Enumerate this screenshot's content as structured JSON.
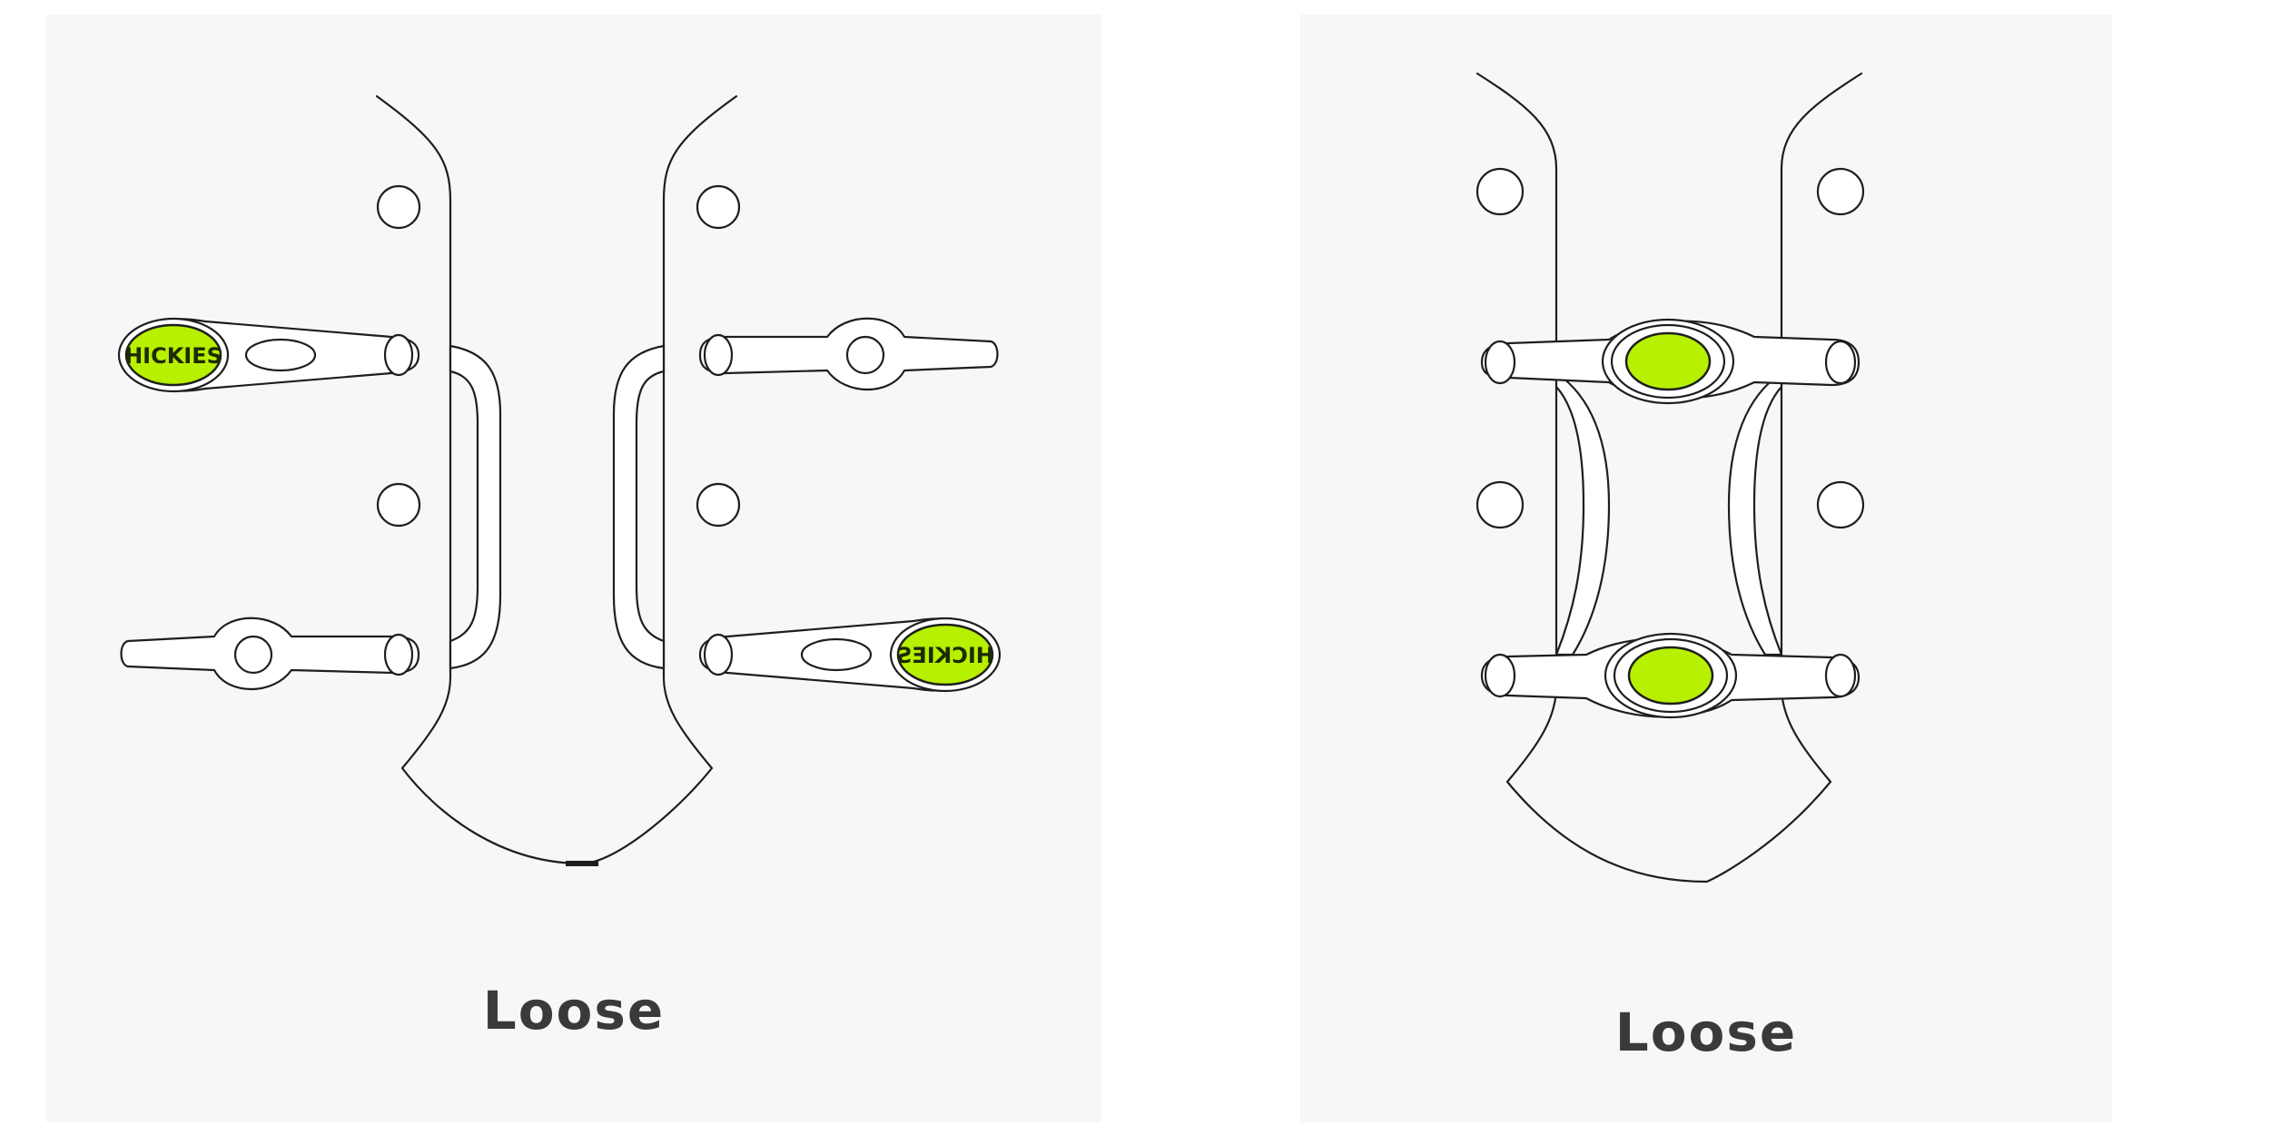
{
  "panels": [
    {
      "id": "left",
      "caption": "Loose",
      "brand_mark": "HICKIES",
      "accent_color": "#b7f000",
      "eyelet_rows": 4,
      "laces": 2
    },
    {
      "id": "right",
      "caption": "Loose",
      "accent_color": "#b7f000",
      "eyelet_rows": 4,
      "laces": 2
    }
  ],
  "colors": {
    "panel_background": "#f7f7f7",
    "outline": "#1e1e1e",
    "accent": "#b7f000",
    "caption": "#3a3a3a"
  }
}
